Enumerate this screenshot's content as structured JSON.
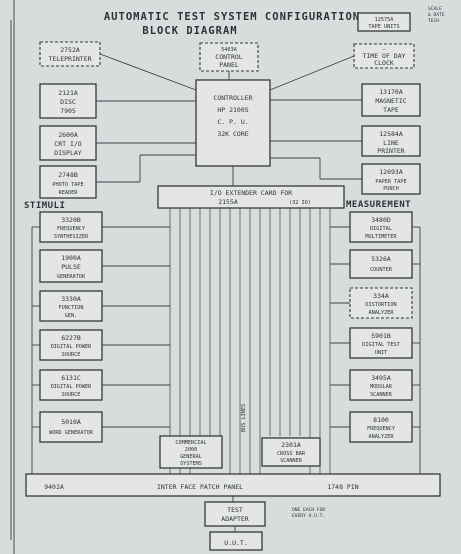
{
  "title": {
    "line1": "AUTOMATIC TEST SYSTEM CONFIGURATION",
    "line2": "BLOCK DIAGRAM"
  },
  "corner_note": [
    "SCALE",
    "& DATE",
    "TECH"
  ],
  "sections": {
    "stimuli": "STIMULI",
    "measurement": "MEASUREMENT"
  },
  "top_row": {
    "teleprinter": [
      "2752A",
      "TELEPRINTER"
    ],
    "control_panel": [
      "5403A",
      "CONTROL",
      "PANEL"
    ],
    "time_of_day": [
      "—",
      "TIME OF DAY",
      "CLOCK"
    ],
    "tape_unit": [
      "12575A",
      "TAPE UNITS"
    ]
  },
  "left_peripherals": {
    "disc": [
      "2121A",
      "DISC",
      "7905"
    ],
    "display": [
      "2600A",
      "CRT I/O",
      "DISPLAY"
    ],
    "photo_reader": [
      "2748B",
      "PHOTO TAPE",
      "READER"
    ]
  },
  "right_peripherals": {
    "magnetic_tape": [
      "13170A",
      "MAGNETIC",
      "TAPE"
    ],
    "line_printer": [
      "12584A",
      "LINE",
      "PRINTER"
    ],
    "tape_punch": [
      "12693A",
      "PAPER TAPE",
      "PUNCH"
    ]
  },
  "cpu": [
    "CONTROLLER",
    "HP 2100S",
    "C. P. U.",
    "32K CORE"
  ],
  "extender": [
    "I/O EXTENDER CARD FOR",
    "2155A",
    "(32 IO)"
  ],
  "stimuli_boxes": {
    "synth": [
      "3320B",
      "FREQUENCY",
      "SYNTHESIZER"
    ],
    "pulse": [
      "1900A",
      "PULSE",
      "GENERATOR"
    ],
    "function": [
      "3330A",
      "FUNCTION",
      "GEN."
    ],
    "power": [
      "6227B",
      "DIGITAL POWER",
      "SOURCE"
    ],
    "power2": [
      "6131C",
      "DIGITAL POWER",
      "SOURCE"
    ],
    "word": [
      "5010A",
      "WORD GENERATOR"
    ]
  },
  "measurement_boxes": {
    "dmm": [
      "3480D",
      "DIGITAL",
      "MULTIMETER"
    ],
    "counter": [
      "5326A",
      "COUNTER"
    ],
    "distortion": [
      "334A",
      "DISTORTION",
      "ANALYZER"
    ],
    "digital_test": [
      "5901B",
      "DIGITAL TEST",
      "UNIT"
    ],
    "scanner": [
      "3495A",
      "MODULAR",
      "SCANNER"
    ],
    "spectrum": [
      "8100",
      "FREQUENCY",
      "ANALYZER"
    ]
  },
  "bottom_boxes": {
    "commercial": [
      "COMMERCIAL",
      "2000",
      "GENERAL",
      "SYSTEMS"
    ],
    "crossbar": [
      "2301A",
      "CROSS BAR",
      "SCANNER"
    ],
    "bus_note": "BUS LINES"
  },
  "patch_panel": {
    "left": "9402A",
    "center": "INTER FACE   PATCH PANEL",
    "right": "1748 PIN"
  },
  "adapter": [
    "TEST",
    "ADAPTER"
  ],
  "adapter_note": [
    "ONE EACH FOR",
    "EVERY U.U.T."
  ],
  "uut": "U.U.T."
}
